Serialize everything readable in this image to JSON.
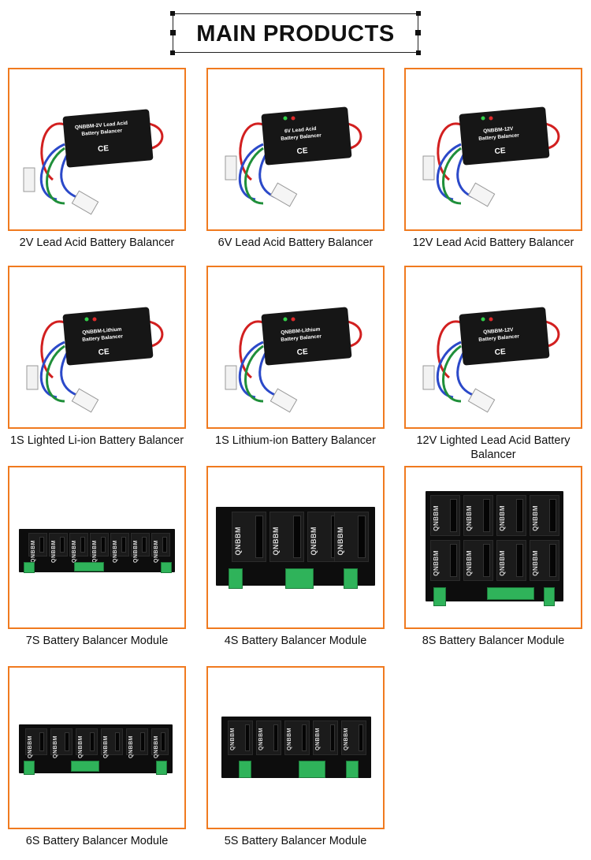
{
  "header": {
    "title": "MAIN PRODUCTS"
  },
  "products": [
    {
      "caption": "2V Lead Acid Battery Balancer",
      "label_top": "QNBBM-2V Lead Acid",
      "label_bottom": "Battery Balancer",
      "mark": "CE"
    },
    {
      "caption": "6V Lead Acid Battery Balancer",
      "label_top": "6V Lead Acid",
      "label_bottom": "Battery Balancer",
      "mark": "CE"
    },
    {
      "caption": "12V Lead Acid Battery Balancer",
      "label_top": "QNBBM-12V",
      "label_bottom": "Battery Balancer",
      "mark": "CE"
    },
    {
      "caption": "1S Lighted Li-ion Battery Balancer",
      "label_top": "QNBBM-Lithium",
      "label_bottom": "Battery Balancer",
      "mark": "CE"
    },
    {
      "caption": "1S Lithium-ion Battery Balancer",
      "label_top": "QNBBM-Lithium",
      "label_bottom": "Battery Balancer",
      "mark": "CE"
    },
    {
      "caption": "12V Lighted  Lead Acid Battery Balancer",
      "label_top": "QNBBM-12V",
      "label_bottom": "Battery Balancer",
      "mark": "CE"
    },
    {
      "caption": "7S Battery Balancer Module",
      "brand": "QNBBM"
    },
    {
      "caption": "4S Battery Balancer Module",
      "brand": "QNBBM"
    },
    {
      "caption": "8S Battery Balancer Module",
      "brand": "QNBBM"
    },
    {
      "caption": "6S Battery Balancer Module",
      "brand": "QNBBM"
    },
    {
      "caption": "5S Battery Balancer Module",
      "brand": "QNBBM"
    }
  ],
  "colors": {
    "frame": "#f07a1f",
    "board": "#0d0d0d",
    "terminal": "#2fb35a",
    "wire_red": "#d21f1f"
  }
}
